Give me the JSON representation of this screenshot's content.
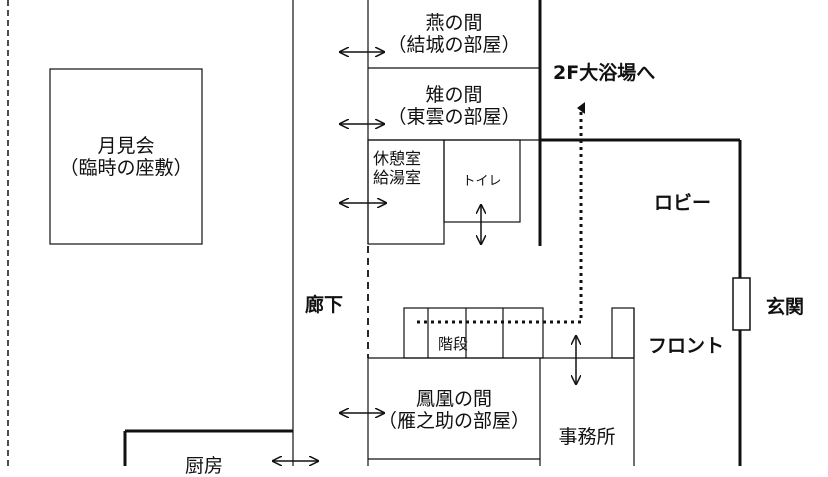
{
  "rooms": {
    "tsubame": {
      "name": "燕の間",
      "sub": "（結城の部屋）"
    },
    "hina": {
      "name": "雉の間",
      "sub": "（東雲の部屋）"
    },
    "tsukimi": {
      "name": "月見会",
      "sub": "（臨時の座敷）"
    },
    "kyukei": {
      "name": "休憩室",
      "sub": "給湯室"
    },
    "toilet": {
      "name": "トイレ"
    },
    "houou": {
      "name": "鳳凰の間",
      "sub": "（雁之助の部屋）"
    },
    "jimusho": {
      "name": "事務所"
    },
    "bottom_left": {
      "name": "厨房"
    }
  },
  "labels": {
    "bath": "2F大浴場へ",
    "lobby": "ロビー",
    "entrance": "玄関",
    "front": "フロント",
    "corridor": "廊下",
    "stairs": "階段"
  }
}
